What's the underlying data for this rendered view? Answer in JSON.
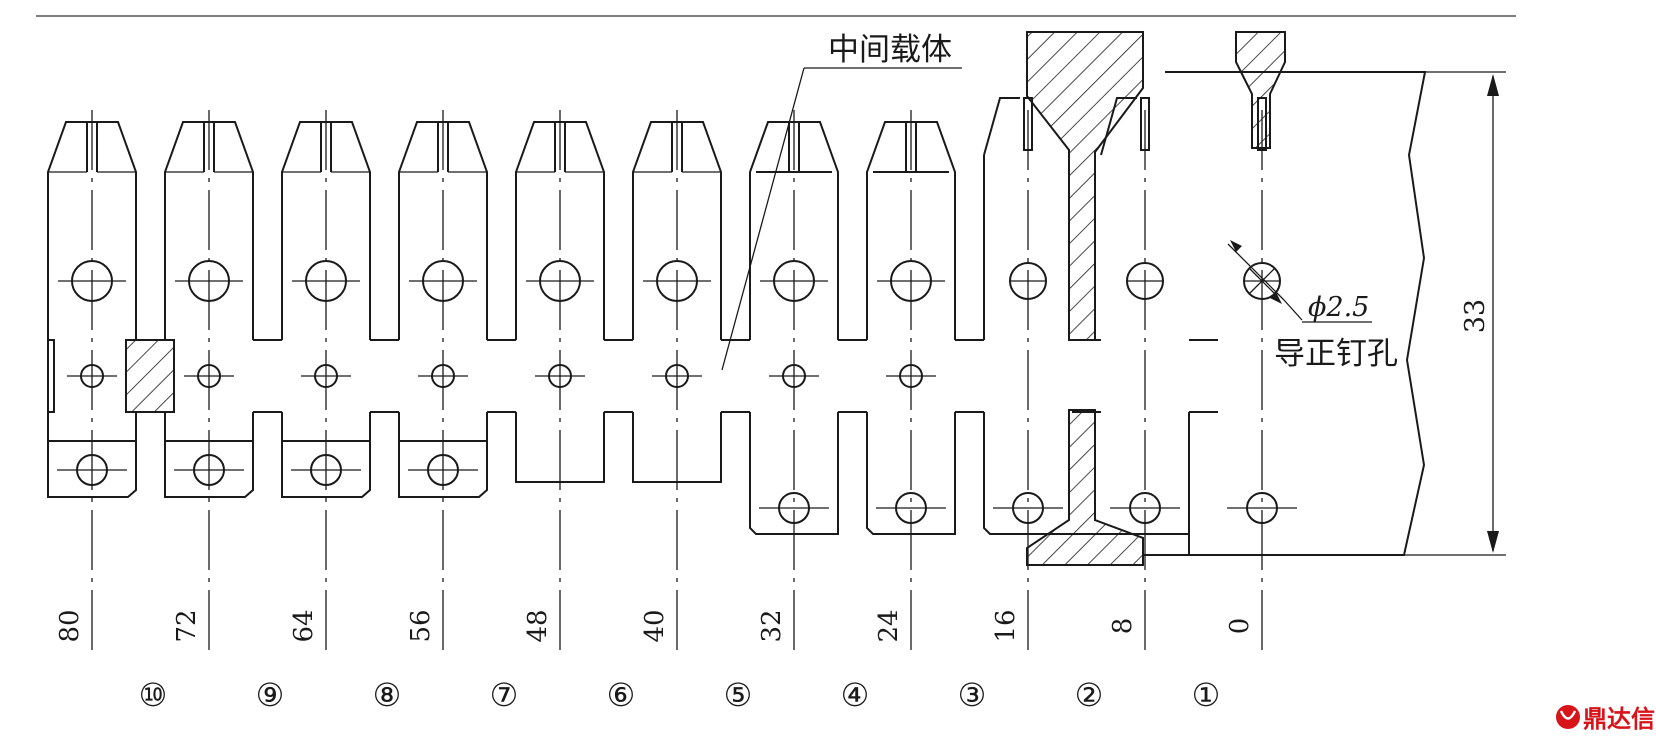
{
  "annotations": {
    "carrier_label": "中间载体",
    "hole_diameter": "ϕ2.5",
    "hole_label": "导正钉孔",
    "overall_dimension": "33"
  },
  "station_positions": [
    "80",
    "72",
    "64",
    "56",
    "48",
    "40",
    "32",
    "24",
    "16",
    "8",
    "0"
  ],
  "station_numbers": [
    "⑩",
    "⑨",
    "⑧",
    "⑦",
    "⑥",
    "⑤",
    "④",
    "③",
    "②",
    "①"
  ],
  "logo": {
    "text": "鼎达信",
    "color": "#d7141a"
  }
}
